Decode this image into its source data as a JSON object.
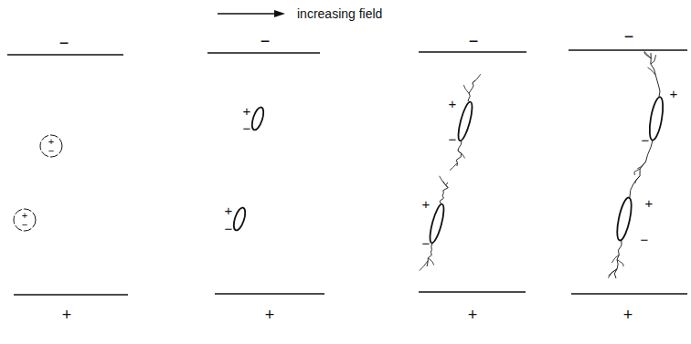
{
  "diagram": {
    "nodes": [
      {
        "text": [
          "+",
          "−"
        ]
      },
      {
        "text": [
          "+",
          "−"
        ]
      }
    ],
    "labels": [
      "increasing field",
      "−",
      "+",
      "−",
      "+",
      "+",
      "−",
      "+",
      "−",
      "−",
      "+",
      "+",
      "−",
      "+",
      "−",
      "−",
      "+",
      "+",
      "−",
      "+",
      "−"
    ]
  }
}
